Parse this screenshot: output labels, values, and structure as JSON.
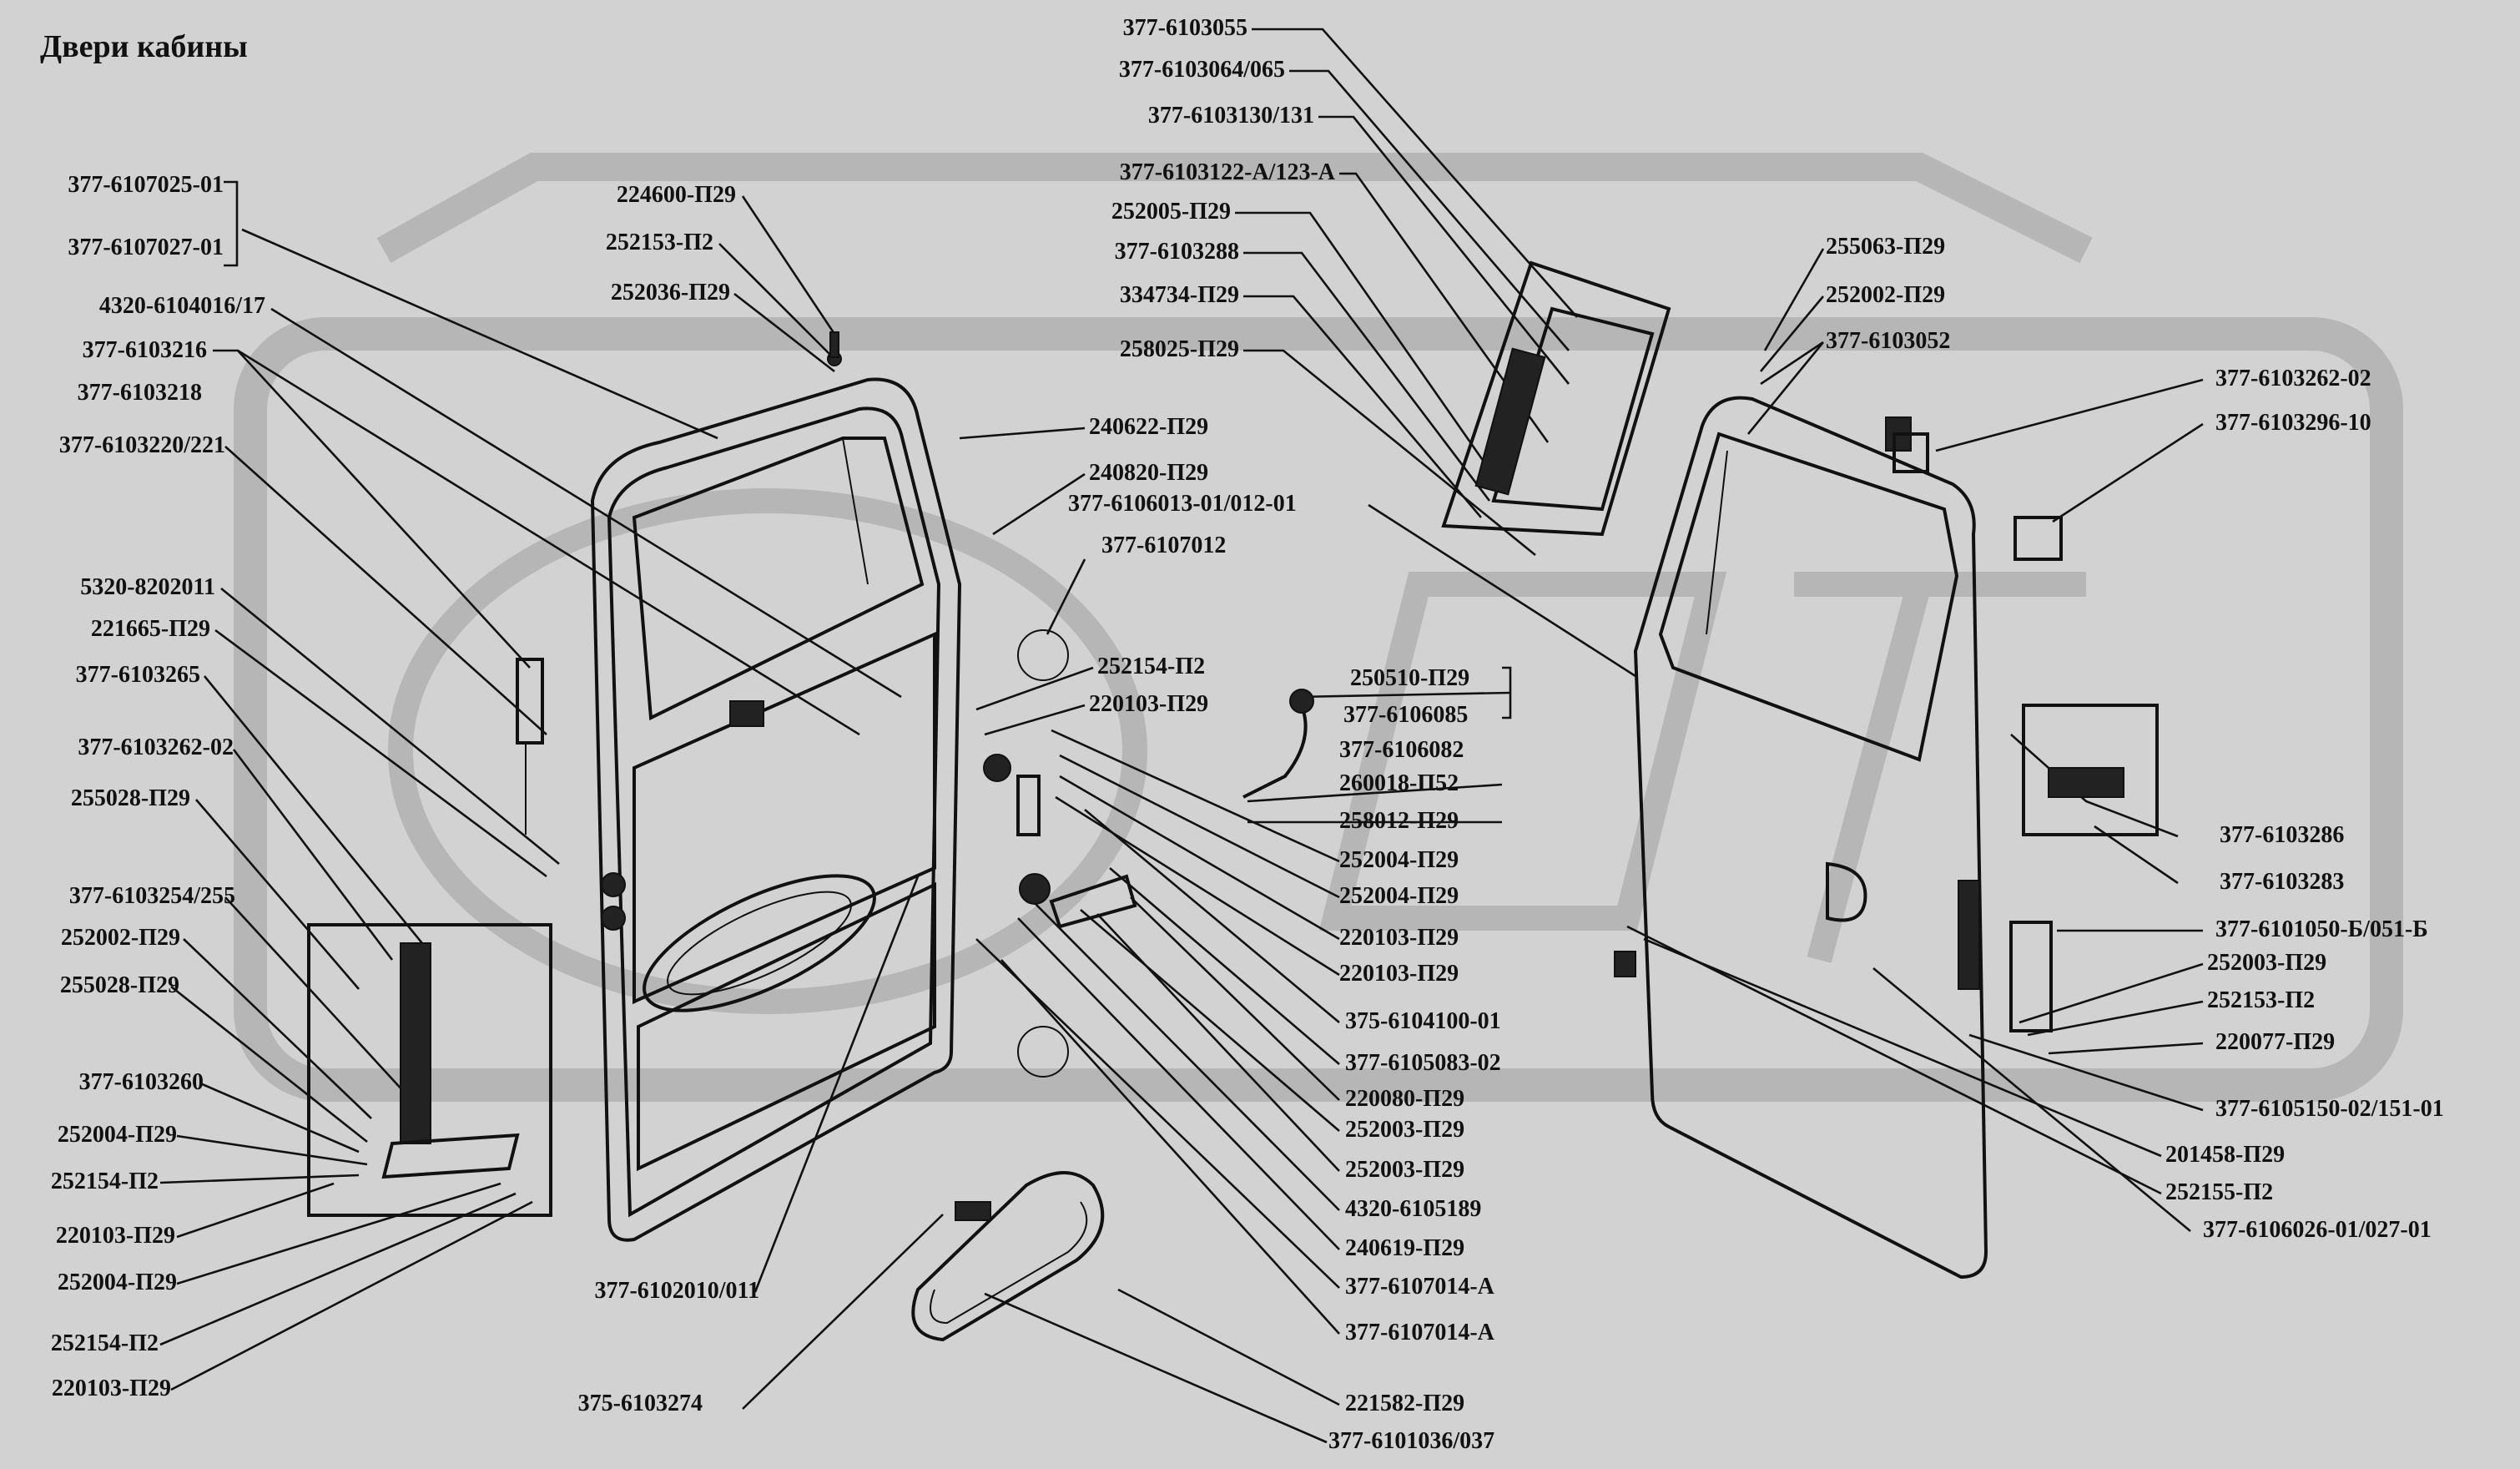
{
  "title": "Двери кабины",
  "colors": {
    "background": "#d2d2d2",
    "watermark": "#b6b6b6",
    "ink": "#111111"
  },
  "callouts": {
    "c01": "377-6107025-01",
    "c02": "377-6107027-01",
    "c03": "4320-6104016/17",
    "c04": "377-6103216",
    "c05": "377-6103218",
    "c06": "377-6103220/221",
    "c07": "5320-8202011",
    "c08": "221665-П29",
    "c09": "377-6103265",
    "c10": "377-6103262-02",
    "c11": "255028-П29",
    "c12": "377-6103254/255",
    "c13": "252002-П29",
    "c14": "255028-П29",
    "c15": "377-6103260",
    "c16": "252004-П29",
    "c17": "252154-П2",
    "c18": "220103-П29",
    "c19": "252004-П29",
    "c20": "252154-П2",
    "c21": "220103-П29",
    "c22": "224600-П29",
    "c23": "252153-П2",
    "c24": "252036-П29",
    "c25": "377-6103055",
    "c26": "377-6103064/065",
    "c27": "377-6103130/131",
    "c28": "377-6103122-А/123-А",
    "c29": "252005-П29",
    "c30": "377-6103288",
    "c31": "334734-П29",
    "c32": "258025-П29",
    "c33": "240622-П29",
    "c34": "240820-П29",
    "c35": "377-6106013-01/012-01",
    "c36": "377-6107012",
    "c37": "252154-П2",
    "c38": "220103-П29",
    "c39": "250510-П29",
    "c40": "377-6106085",
    "c41": "377-6106082",
    "c42": "260018-П52",
    "c43": "258012-П29",
    "c44": "252004-П29",
    "c45": "252004-П29",
    "c46": "220103-П29",
    "c47": "220103-П29",
    "c48": "375-6104100-01",
    "c49": "377-6105083-02",
    "c50": "220080-П29",
    "c51": "252003-П29",
    "c52": "252003-П29",
    "c53": "4320-6105189",
    "c54": "240619-П29",
    "c55": "377-6107014-А",
    "c56": "377-6107014-А",
    "c57": "221582-П29",
    "c58": "377-6101036/037",
    "c59": "375-6103274",
    "c60": "377-6102010/011",
    "c61": "255063-П29",
    "c62": "252002-П29",
    "c63": "377-6103052",
    "c64": "377-6103262-02",
    "c65": "377-6103296-10",
    "c66": "377-6103286",
    "c67": "377-6103283",
    "c68": "377-6101050-Б/051-Б",
    "c69": "252003-П29",
    "c70": "252153-П2",
    "c71": "220077-П29",
    "c72": "377-6105150-02/151-01",
    "c73": "201458-П29",
    "c74": "252155-П2",
    "c75": "377-6106026-01/027-01"
  }
}
